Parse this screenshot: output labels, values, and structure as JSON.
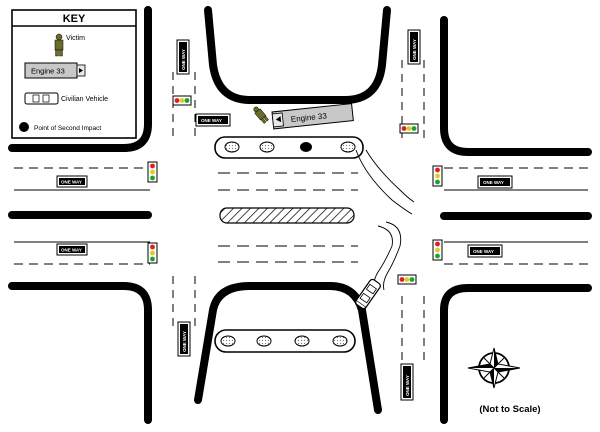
{
  "key": {
    "title": "KEY",
    "victim_label": "Victim",
    "engine_label": "Engine 33",
    "civilian_label": "Civilian Vehicle",
    "impact_label": "Point of Second Impact"
  },
  "engine_on_road_label": "Engine 33",
  "signs": {
    "one_way": "ONE WAY"
  },
  "scale_note": "(Not to Scale)",
  "colors": {
    "road_edge": "#000000",
    "signal_red": "#e02020",
    "signal_yellow": "#d8d020",
    "signal_green": "#20a030",
    "engine_fill": "#c8c8c8",
    "victim_fill": "#6b6b2a",
    "island_fill": "#eeeeee"
  },
  "icons": {
    "compass": "compass-rose-icon",
    "victim": "person-icon",
    "engine": "fire-engine-icon",
    "civilian": "car-icon",
    "impact": "impact-dot-icon"
  }
}
